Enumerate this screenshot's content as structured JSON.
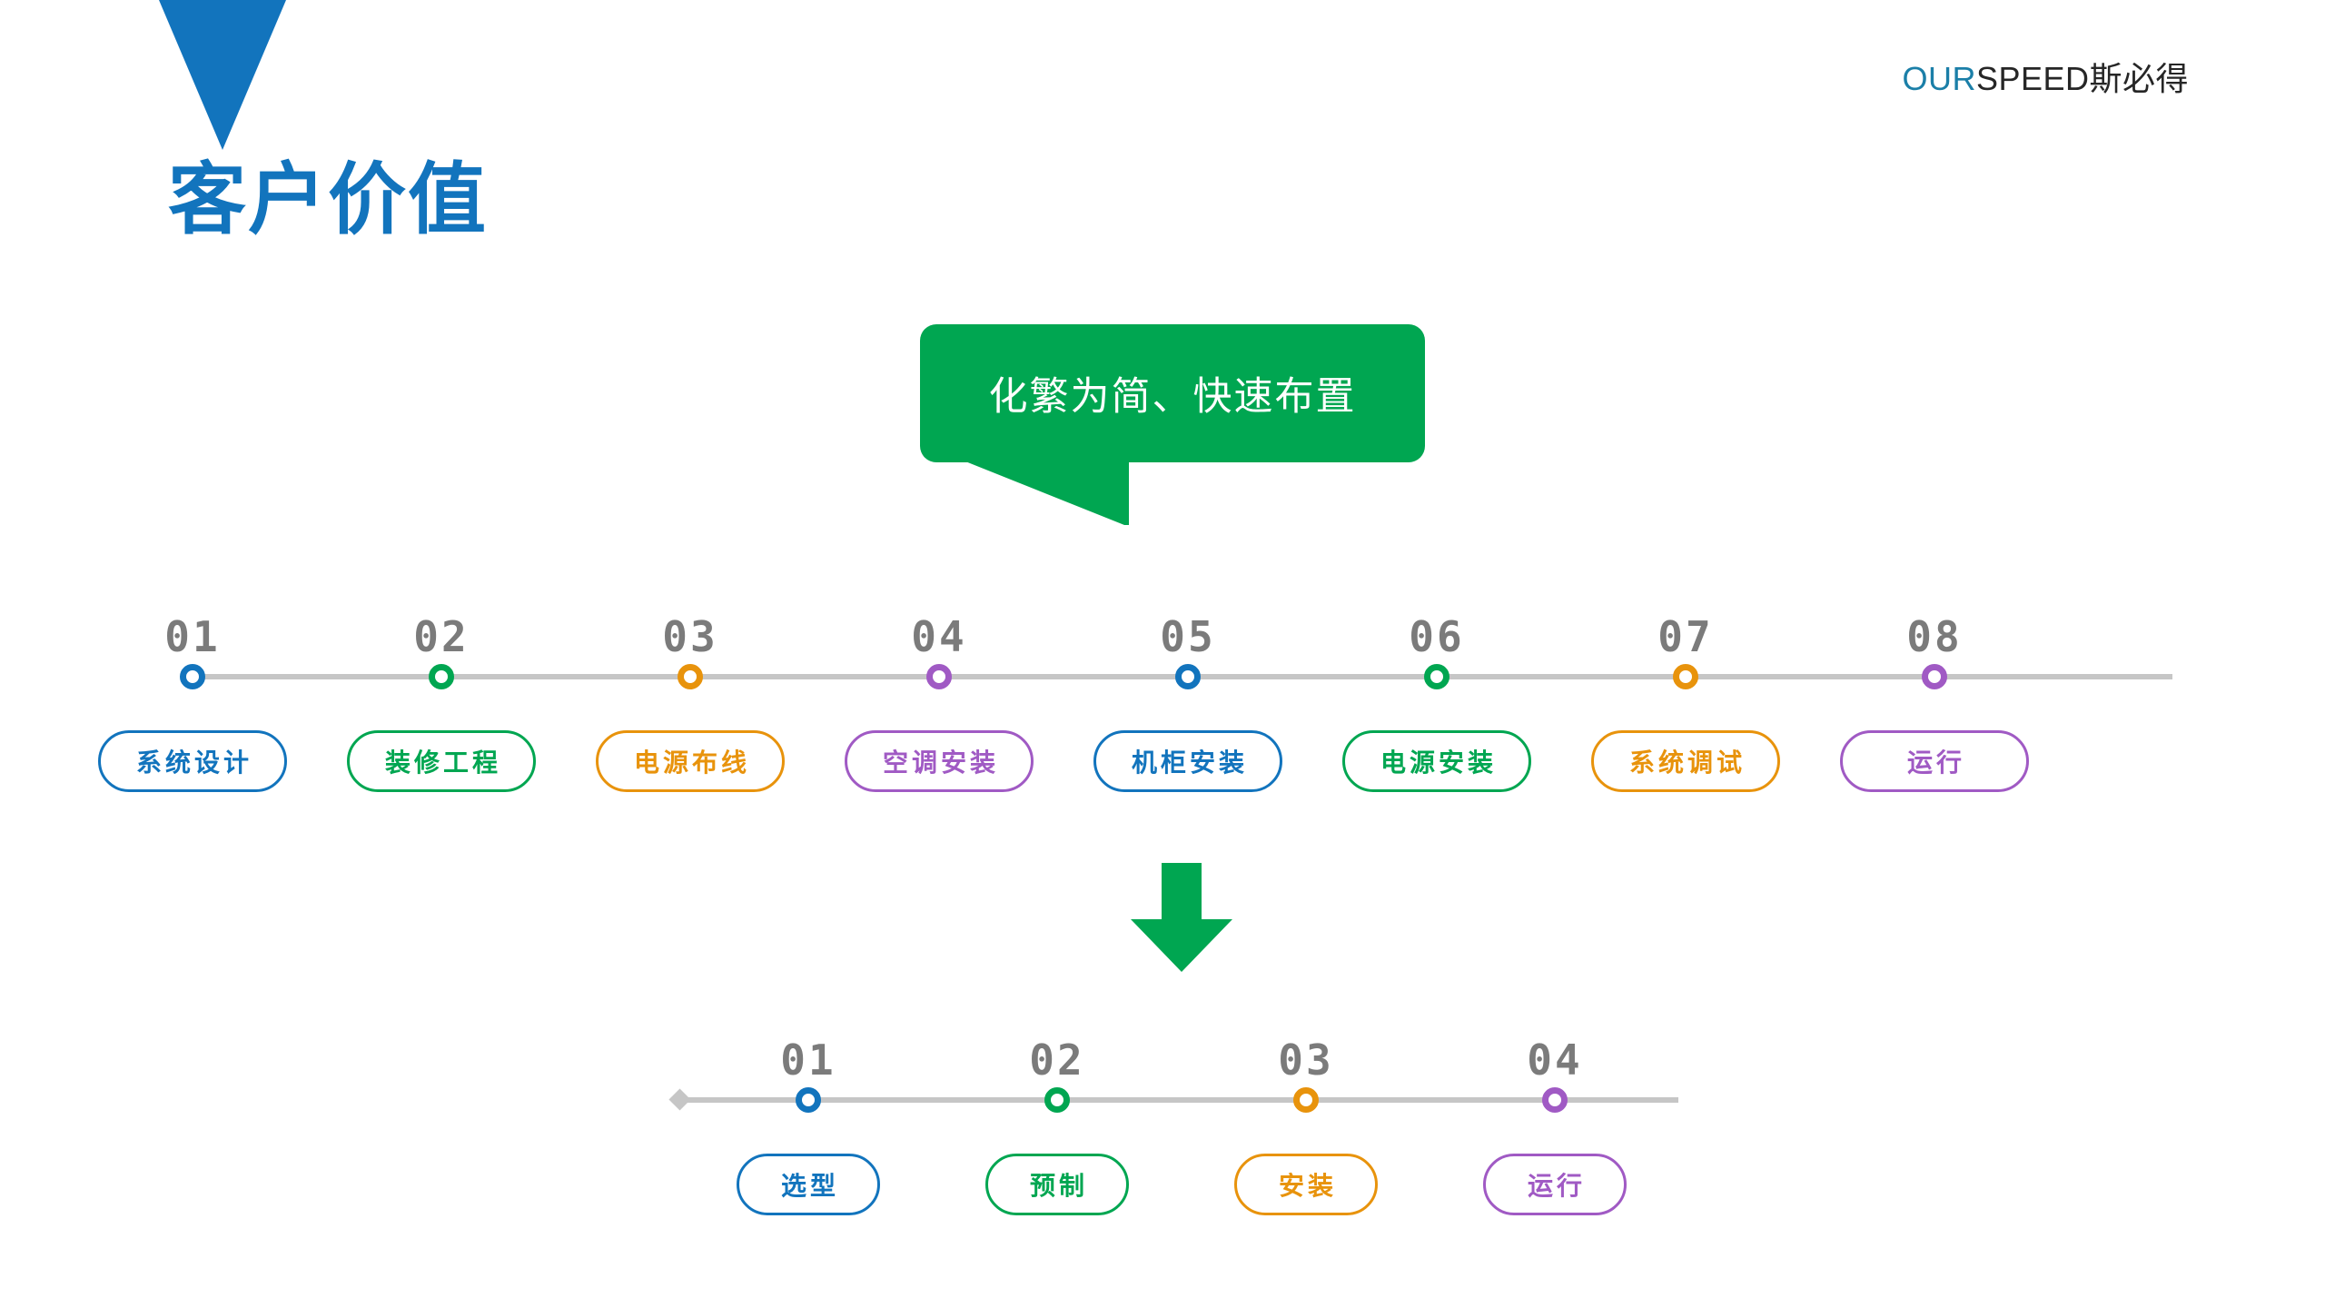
{
  "brand": {
    "accent_text": "OUR",
    "rest_text": "SPEED斯必得",
    "accent_color": "#1b7fa8"
  },
  "page_title": "客户价值",
  "callout": {
    "text": "化繁为简、快速布置",
    "background": "#00a651",
    "text_color": "#ffffff"
  },
  "palette": {
    "blue": "#1274bd",
    "green": "#00a651",
    "orange": "#e8930c",
    "purple": "#a05ac4",
    "gray_line": "#c6c6c6",
    "gray_number": "#7b7b7b"
  },
  "timeline_top": {
    "name": "traditional-process",
    "items": [
      {
        "number": "01",
        "label": "系统设计",
        "color": "#1274bd"
      },
      {
        "number": "02",
        "label": "装修工程",
        "color": "#00a651"
      },
      {
        "number": "03",
        "label": "电源布线",
        "color": "#e8930c"
      },
      {
        "number": "04",
        "label": "空调安装",
        "color": "#a05ac4"
      },
      {
        "number": "05",
        "label": "机柜安装",
        "color": "#1274bd"
      },
      {
        "number": "06",
        "label": "电源安装",
        "color": "#00a651"
      },
      {
        "number": "07",
        "label": "系统调试",
        "color": "#e8930c"
      },
      {
        "number": "08",
        "label": "运行",
        "color": "#a05ac4"
      }
    ]
  },
  "timeline_bottom": {
    "name": "simplified-process",
    "items": [
      {
        "number": "01",
        "label": "选型",
        "color": "#1274bd"
      },
      {
        "number": "02",
        "label": "预制",
        "color": "#00a651"
      },
      {
        "number": "03",
        "label": "安装",
        "color": "#e8930c"
      },
      {
        "number": "04",
        "label": "运行",
        "color": "#a05ac4"
      }
    ]
  },
  "arrow": {
    "direction": "down",
    "color": "#00a651"
  }
}
